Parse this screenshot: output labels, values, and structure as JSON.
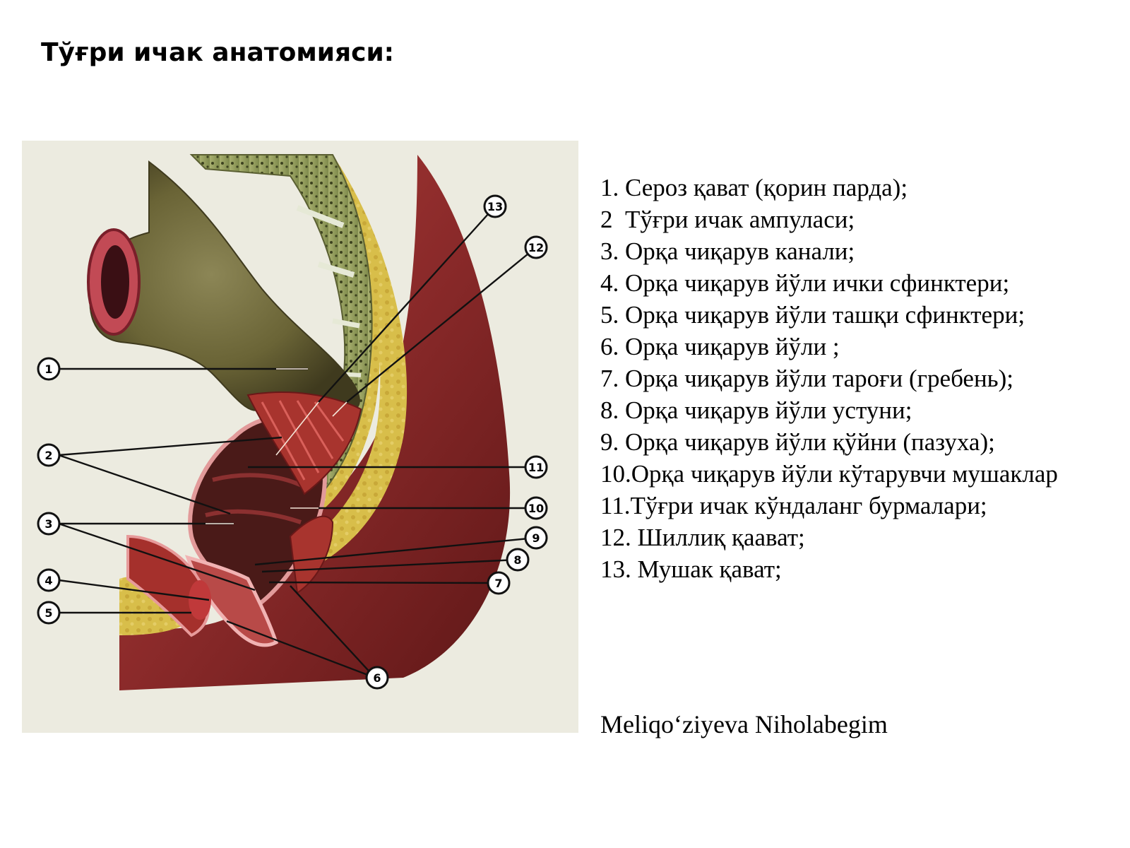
{
  "title": "Тўғри ичак анатомияси:",
  "legend": [
    "1. Сероз қават (қорин парда);",
    "2  Тўғри ичак ампуласи;",
    "3. Орқа чиқарув канали;",
    "4. Орқа чиқарув йўли ички сфинктери;",
    "5. Орқа чиқарув йўли ташқи сфинктери;",
    "6. Орқа чиқарув йўли ;",
    "7. Орқа чиқарув йўли тароғи (гребень);",
    "8. Орқа чиқарув йўли устуни;",
    "9. Орқа чиқарув йўли қўйни (пазуха);",
    "10.Орқа чиқарув йўли кўтарувчи мушаклар",
    "11.Тўғри ичак кўндаланг бурмалари;",
    "12. Шиллиқ қаават;",
    "13. Мушак қават;"
  ],
  "author": "Meliqoʻziyeva Niholabegim",
  "callouts": {
    "c1": "1",
    "c2": "2",
    "c3": "3",
    "c4": "4",
    "c5": "5",
    "c6": "6",
    "c7": "7",
    "c8": "8",
    "c9": "9",
    "c10": "10",
    "c11": "11",
    "c12": "12",
    "c13": "13"
  },
  "colors": {
    "background_figure": "#ecebe0",
    "muscle": "#8b2a2a",
    "muscle_dark": "#5e1717",
    "fat": "#d8be4a",
    "bone": "#8e9a5c",
    "mucosa": "#6f6a3c"
  }
}
